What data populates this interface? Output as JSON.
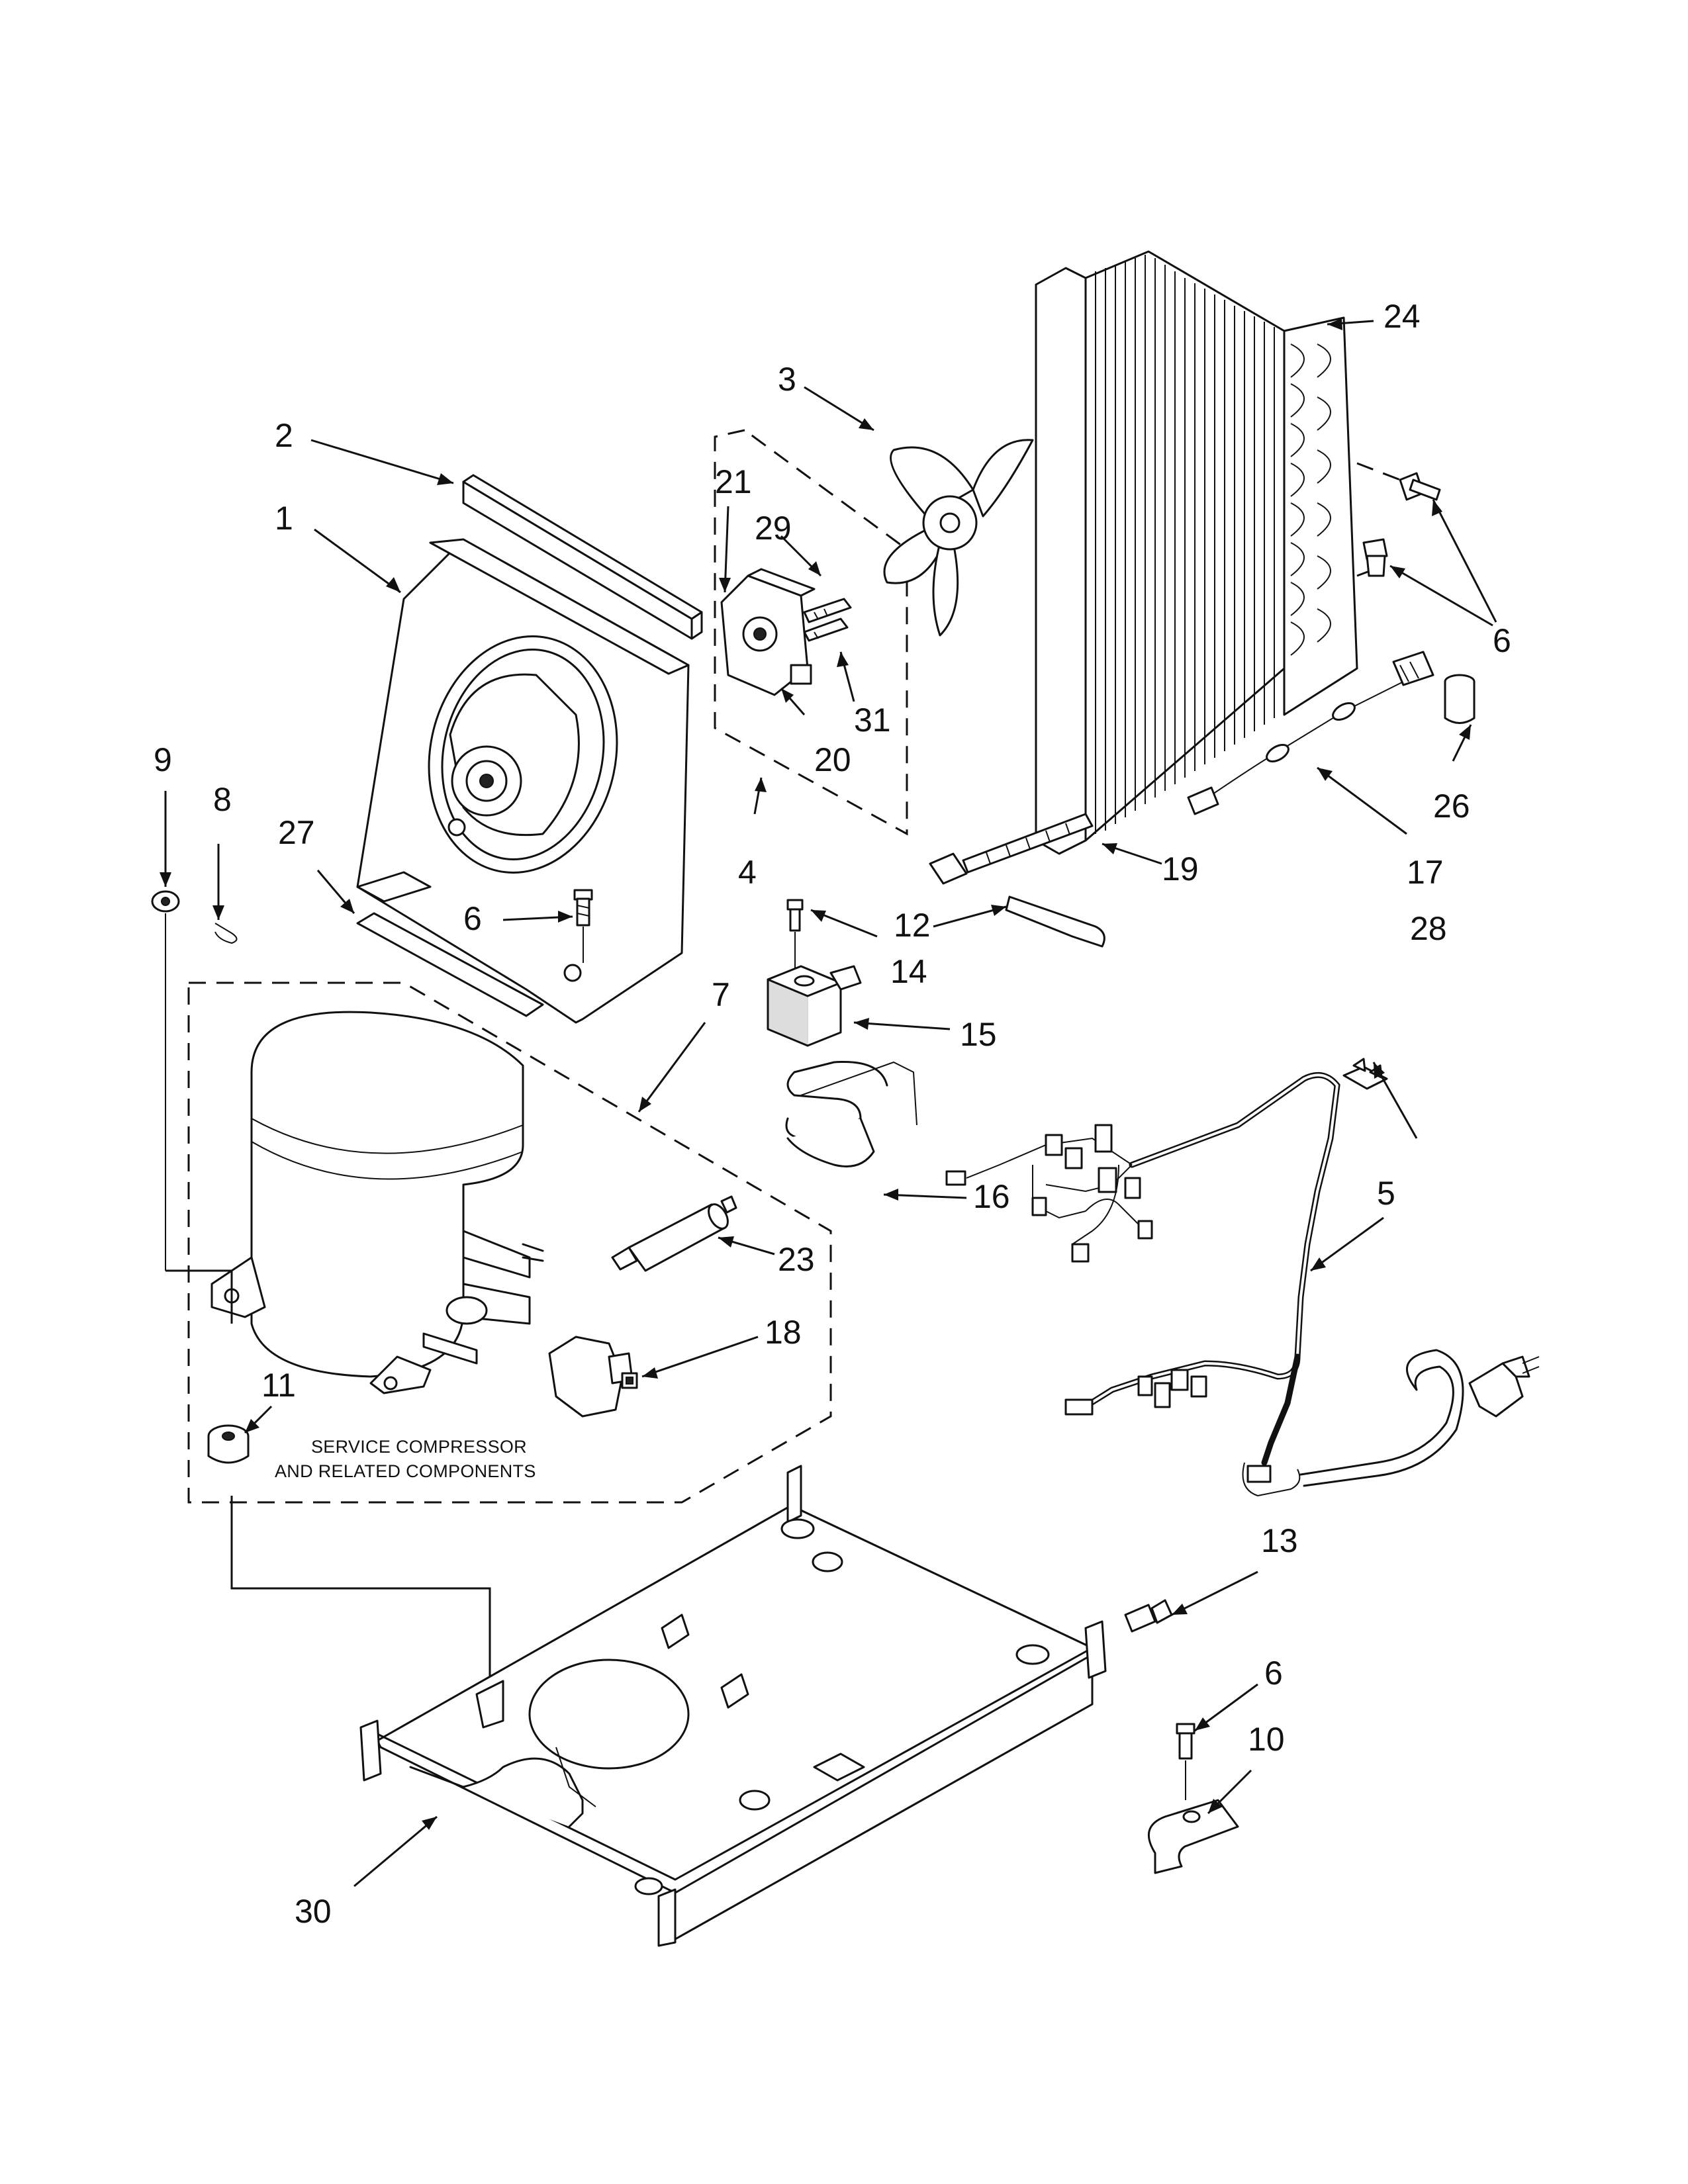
{
  "callouts": [
    {
      "id": "c1",
      "text": "1"
    },
    {
      "id": "c2",
      "text": "2"
    },
    {
      "id": "c3",
      "text": "3"
    },
    {
      "id": "c4",
      "text": "4"
    },
    {
      "id": "c5",
      "text": "5"
    },
    {
      "id": "c6a",
      "text": "6"
    },
    {
      "id": "c6b",
      "text": "6"
    },
    {
      "id": "c6c",
      "text": "6"
    },
    {
      "id": "c7",
      "text": "7"
    },
    {
      "id": "c8",
      "text": "8"
    },
    {
      "id": "c9",
      "text": "9"
    },
    {
      "id": "c10",
      "text": "10"
    },
    {
      "id": "c11",
      "text": "11"
    },
    {
      "id": "c12",
      "text": "12"
    },
    {
      "id": "c13",
      "text": "13"
    },
    {
      "id": "c14",
      "text": "14"
    },
    {
      "id": "c15",
      "text": "15"
    },
    {
      "id": "c16",
      "text": "16"
    },
    {
      "id": "c17",
      "text": "17"
    },
    {
      "id": "c18",
      "text": "18"
    },
    {
      "id": "c19",
      "text": "19"
    },
    {
      "id": "c20",
      "text": "20"
    },
    {
      "id": "c21",
      "text": "21"
    },
    {
      "id": "c23",
      "text": "23"
    },
    {
      "id": "c24",
      "text": "24"
    },
    {
      "id": "c26",
      "text": "26"
    },
    {
      "id": "c27",
      "text": "27"
    },
    {
      "id": "c28",
      "text": "28"
    },
    {
      "id": "c29",
      "text": "29"
    },
    {
      "id": "c30",
      "text": "30"
    },
    {
      "id": "c31",
      "text": "31"
    }
  ],
  "note": {
    "line1": "SERVICE COMPRESSOR",
    "line2": "AND RELATED COMPONENTS"
  }
}
